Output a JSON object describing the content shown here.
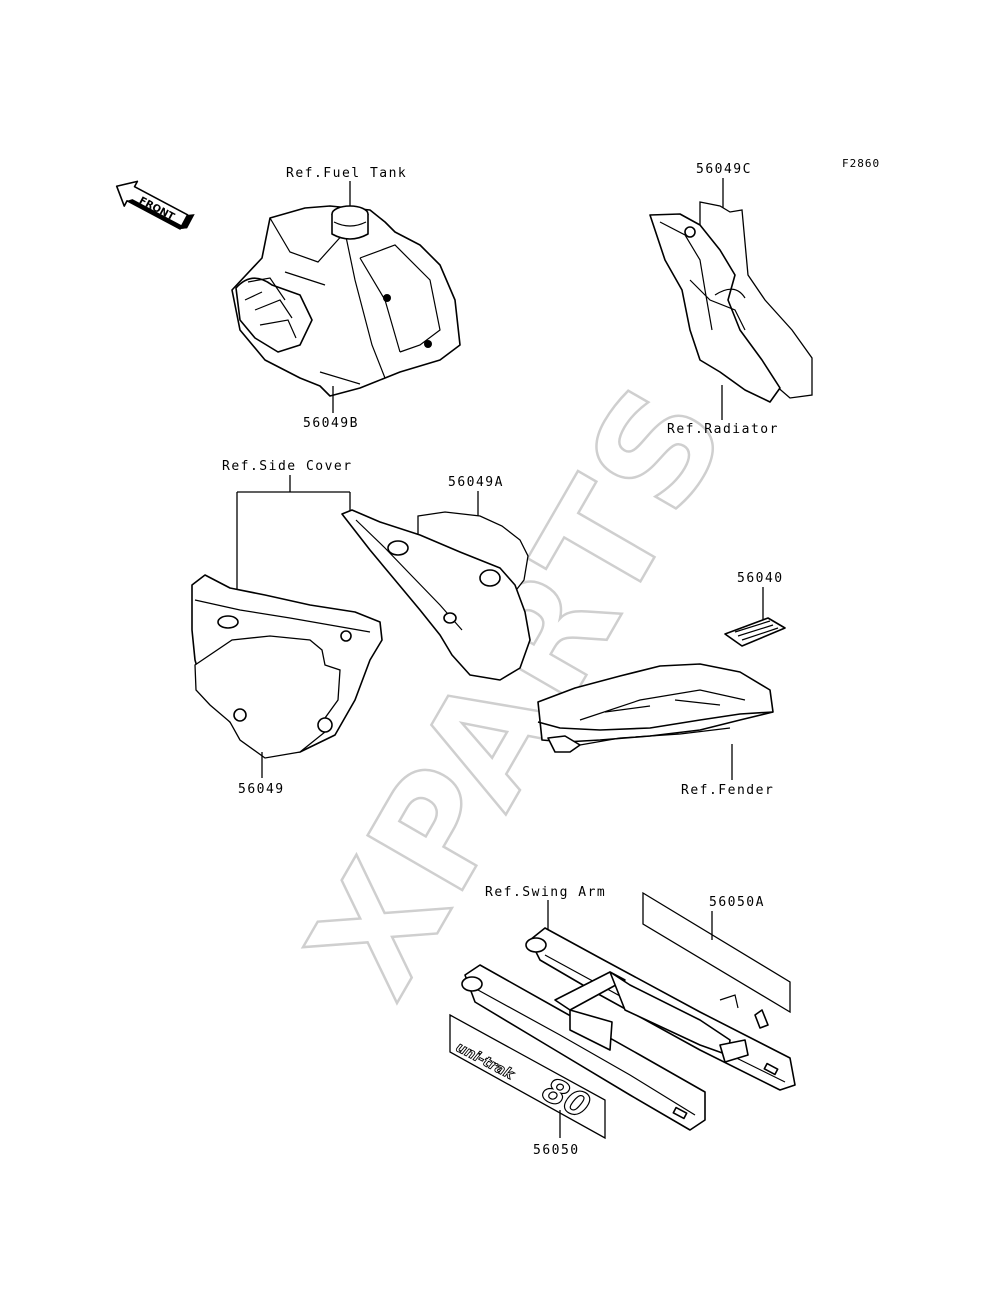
{
  "diagram_code": "F2860",
  "watermark": "XPARTS",
  "front_arrow_label": "FRONT",
  "labels": {
    "ref_fuel_tank": "Ref.Fuel Tank",
    "part_56049B": "56049B",
    "part_56049C": "56049C",
    "ref_radiator": "Ref.Radiator",
    "ref_side_cover": "Ref.Side Cover",
    "part_56049A": "56049A",
    "part_56049": "56049",
    "part_56040": "56040",
    "ref_fender": "Ref.Fender",
    "ref_swing_arm": "Ref.Swing Arm",
    "part_56050A": "56050A",
    "part_56050": "56050"
  },
  "decal_text": {
    "uni_trak": "uni-trak",
    "model_number": "80"
  }
}
